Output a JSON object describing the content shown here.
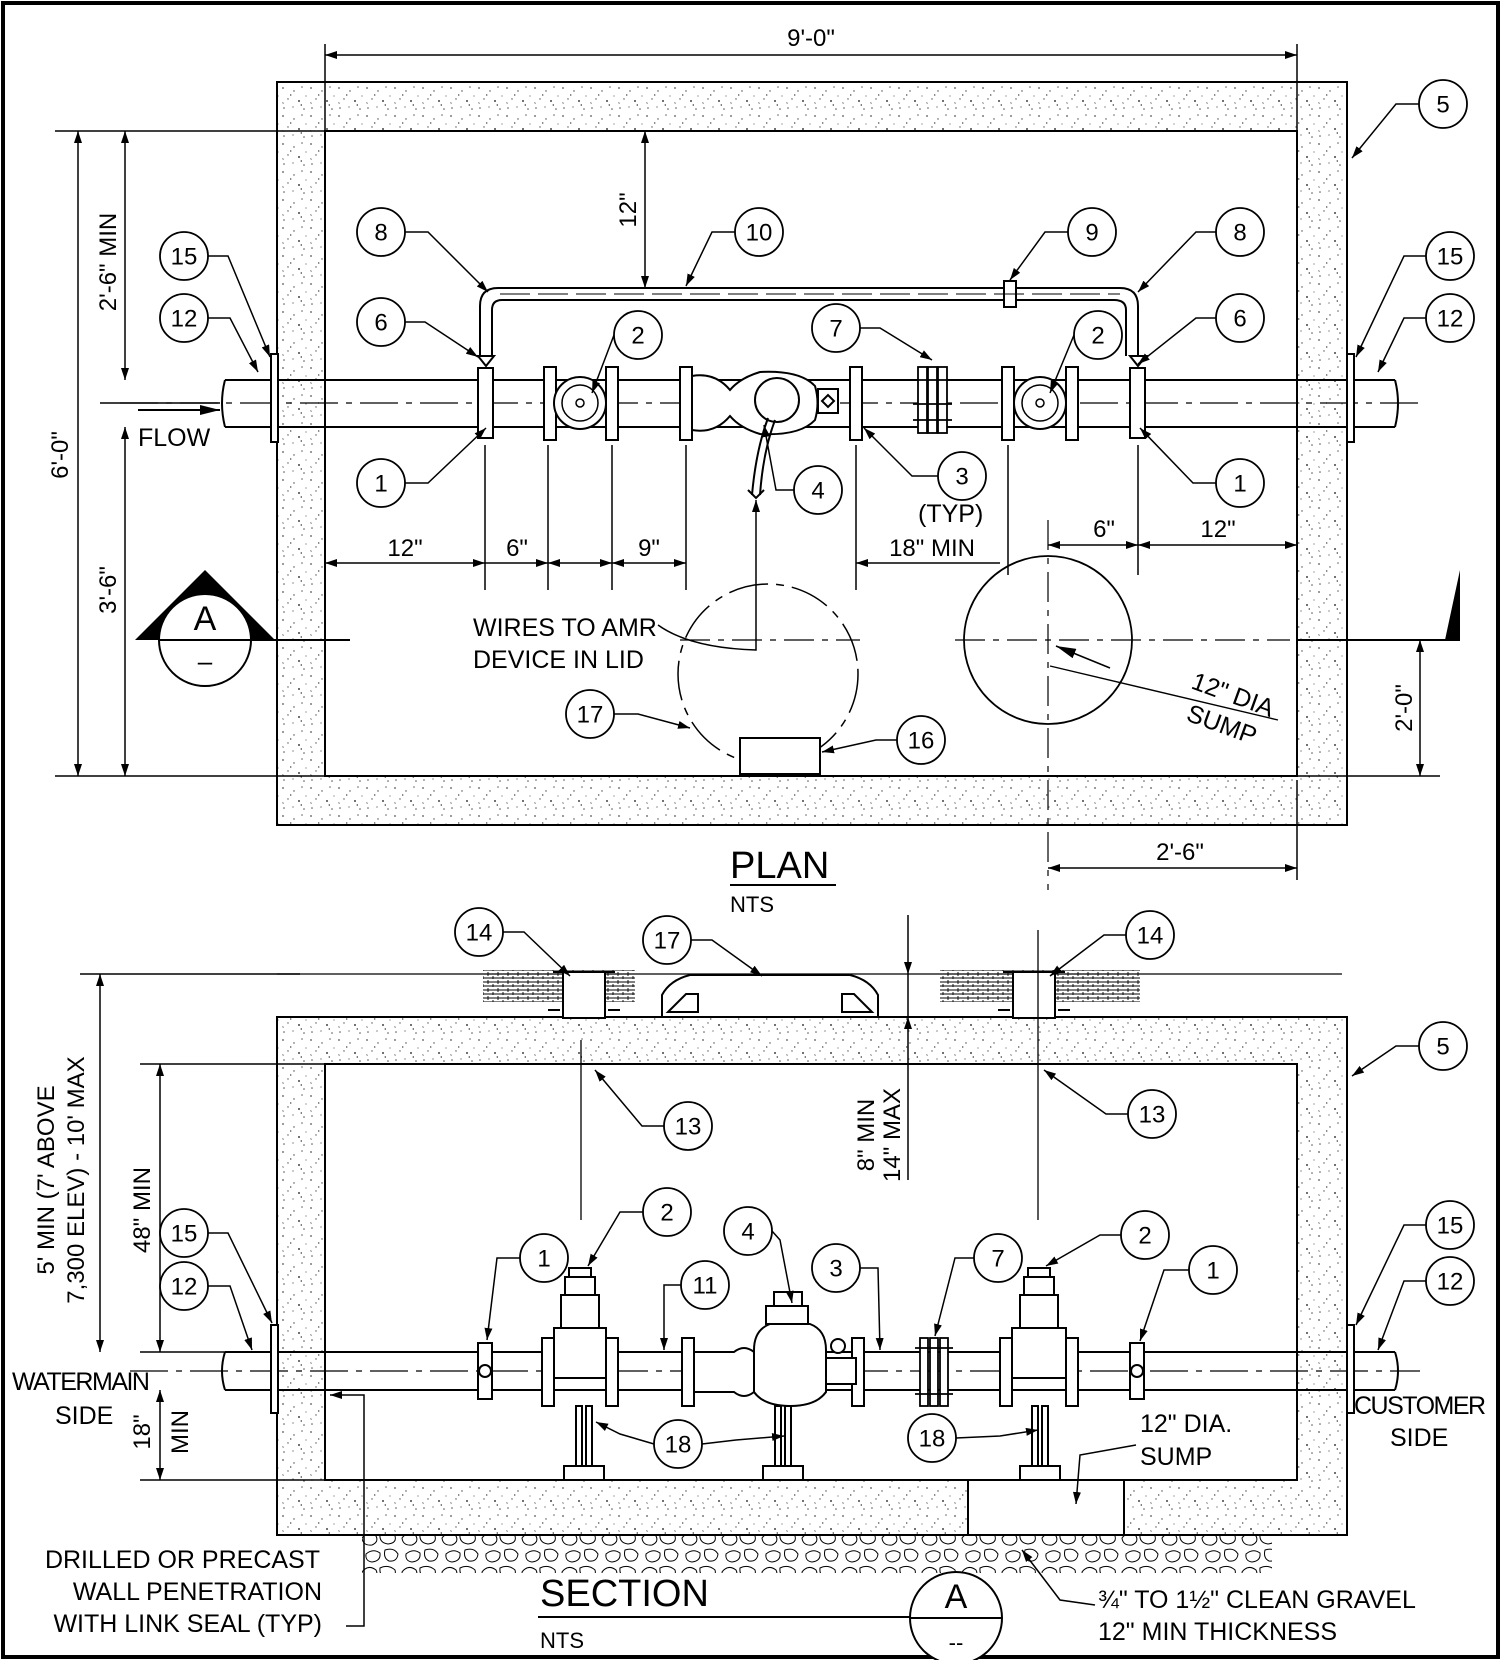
{
  "plan": {
    "title": "PLAN",
    "scale": "NTS",
    "dims": {
      "overall_width": "9'-0\"",
      "overall_height": "6'-0\"",
      "top_min": "2'-6\" MIN",
      "bottom_part": "3'-6\"",
      "top_clear": "12\"",
      "left_12": "12\"",
      "six_a": "6\"",
      "nine": "9\"",
      "eighteen_min": "18\" MIN",
      "six_b": "6\"",
      "right_12": "12\"",
      "two_zero": "2'-0\"",
      "two_six": "2'-6\""
    },
    "labels": {
      "flow": "FLOW",
      "typ": "(TYP)",
      "wires_1": "WIRES TO AMR",
      "wires_2": "DEVICE IN LID",
      "sump_1": "12\" DIA",
      "sump_2": "SUMP"
    },
    "section_marker": {
      "letter": "A",
      "ref": "–"
    },
    "bubbles": [
      "15",
      "12",
      "6",
      "1",
      "8",
      "2",
      "10",
      "4",
      "7",
      "9",
      "8",
      "2",
      "6",
      "1",
      "3",
      "15",
      "12",
      "5",
      "17",
      "16"
    ]
  },
  "section": {
    "title": "SECTION",
    "scale": "NTS",
    "marker": {
      "letter": "A",
      "ref": "--"
    },
    "dims": {
      "depth_1": "5' MIN (7' ABOVE",
      "depth_2": "7,300 ELEV) - 10' MAX",
      "vault_min": "48\" MIN",
      "cover_1": "8\" MIN",
      "cover_2": "14\" MAX",
      "bottom_1": "18\"",
      "bottom_2": "MIN"
    },
    "labels": {
      "watermain_1": "WATERMAIN",
      "watermain_2": "SIDE",
      "customer_1": "CUSTOMER",
      "customer_2": "SIDE",
      "sump_1": "12\" DIA.",
      "sump_2": "SUMP",
      "wall_1": "DRILLED OR PRECAST",
      "wall_2": "WALL PENETRATION",
      "wall_3": "WITH LINK SEAL (TYP)",
      "gravel_1": "¾\" TO 1½\" CLEAN GRAVEL",
      "gravel_2": "12\" MIN THICKNESS"
    },
    "bubbles": [
      "14",
      "17",
      "14",
      "5",
      "13",
      "13",
      "2",
      "4",
      "1",
      "11",
      "3",
      "7",
      "2",
      "1",
      "15",
      "12",
      "15",
      "12",
      "18",
      "18"
    ]
  }
}
